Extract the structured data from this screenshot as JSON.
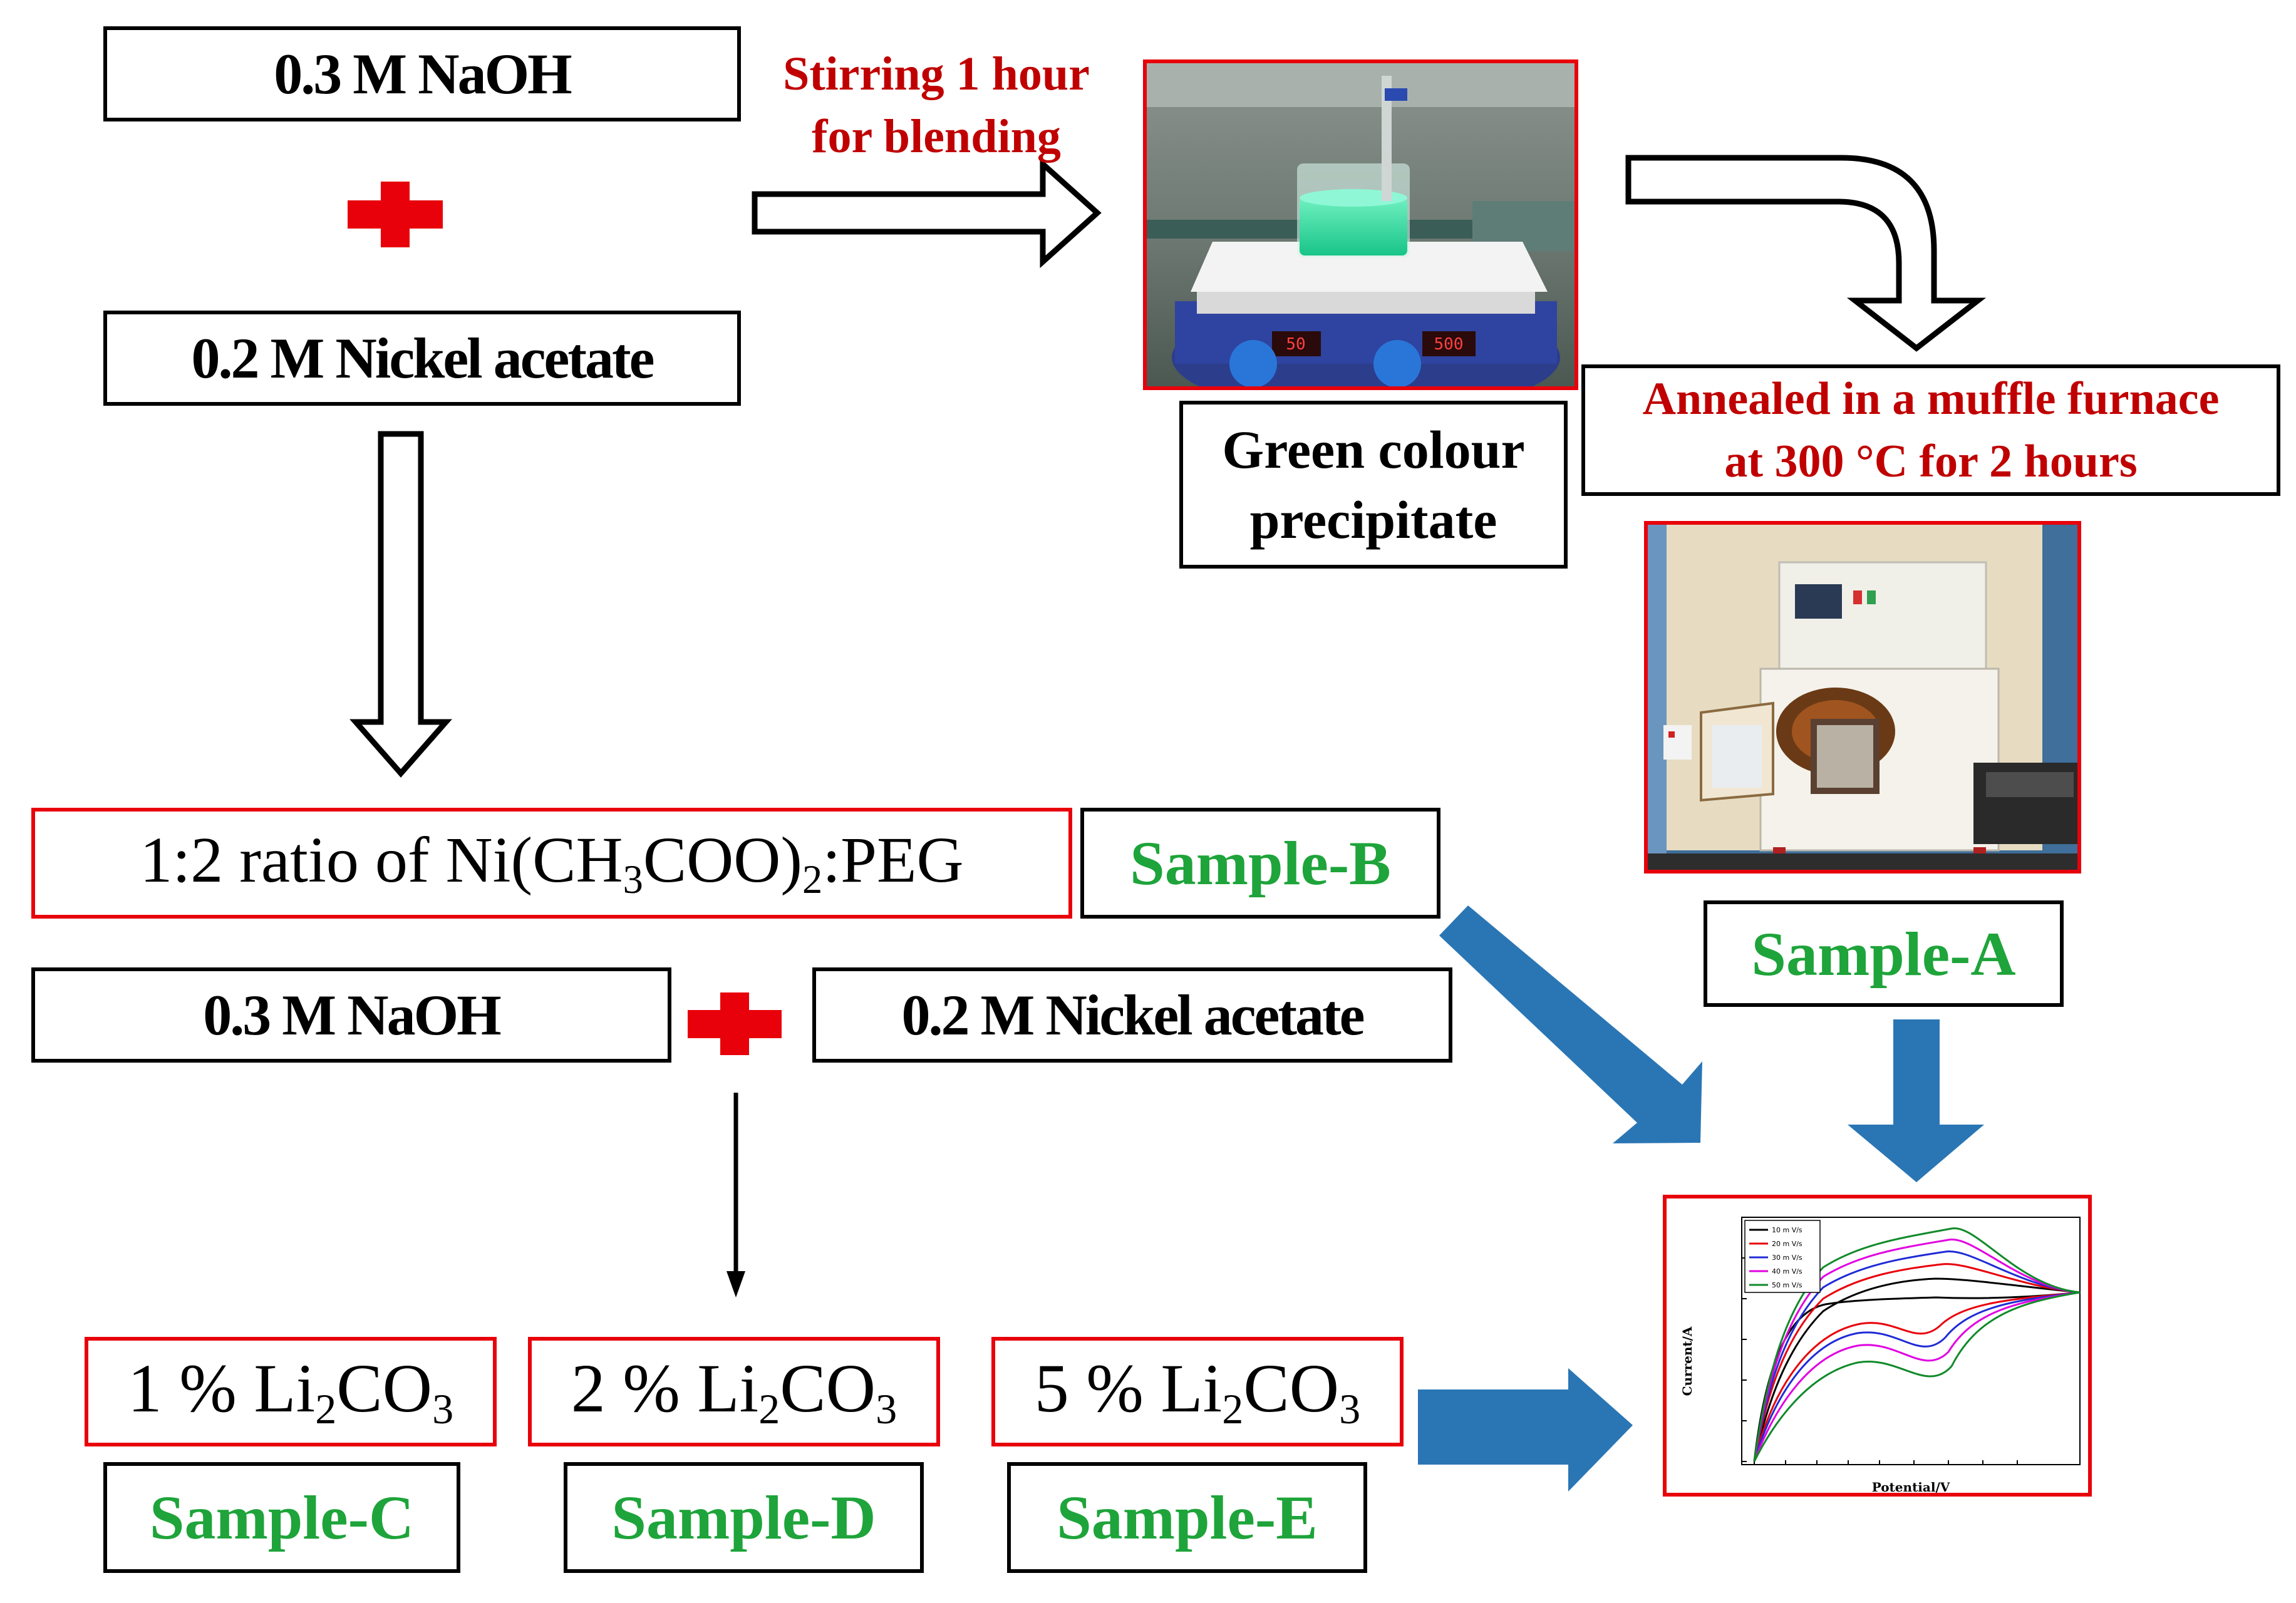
{
  "colors": {
    "red": "#e8000b",
    "dark_red_text": "#c00000",
    "green_text": "#1ea43a",
    "blue_arrow": "#2a76b5",
    "black": "#000000"
  },
  "route_a": {
    "naoh": "0.3 M NaOH",
    "plus": "+",
    "nickel_acetate": "0.2 M Nickel acetate",
    "stirring": "Stirring 1 hour for blending",
    "stirring_line1": "Stirring 1 hour",
    "stirring_line2": "for blending",
    "precipitate_line1": "Green colour",
    "precipitate_line2": "precipitate",
    "annealed_line1": "Annealed in a muffle furnace",
    "annealed_line2": "at 300 °C for 2 hours",
    "sample": "Sample-A"
  },
  "route_b": {
    "ratio_prefix": "1:2 ratio of Ni(CH",
    "ratio_sub1": "3",
    "ratio_mid": "COO)",
    "ratio_sub2": "2",
    "ratio_suffix": ":PEG",
    "sample": "Sample-B"
  },
  "route_cde": {
    "naoh": "0.3 M NaOH",
    "plus": "+",
    "nickel_acetate": "0.2 M Nickel acetate",
    "items": [
      {
        "pct": "1 % Li",
        "sub1": "2",
        "mid": "CO",
        "sub2": "3",
        "sample": "Sample-C"
      },
      {
        "pct": "2 % Li",
        "sub1": "2",
        "mid": "CO",
        "sub2": "3",
        "sample": "Sample-D"
      },
      {
        "pct": "5 % Li",
        "sub1": "2",
        "mid": "CO",
        "sub2": "3",
        "sample": "Sample-E"
      }
    ]
  },
  "cv_plot": {
    "ylabel": "Current/A",
    "xlabel": "Potential/V",
    "legend": [
      "10 m V/s",
      "20 m V/s",
      "30 m V/s",
      "40 m V/s",
      "50 m V/s"
    ],
    "legend_colors": [
      "#000000",
      "#e8000b",
      "#1f2bd6",
      "#e100e1",
      "#118a2a"
    ]
  },
  "icons": {
    "stirrer_photo": "magnetic-stirrer-photo",
    "furnace_photo": "muffle-furnace-photo",
    "cv_plot": "cyclic-voltammetry-plot"
  }
}
